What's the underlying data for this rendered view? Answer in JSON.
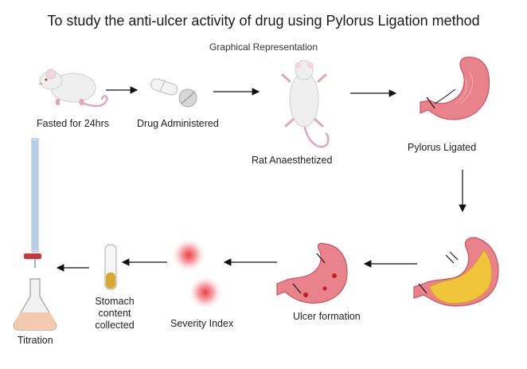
{
  "title": "To study the anti-ulcer activity of drug using Pylorus Ligation method",
  "subtitle": "Graphical Representation",
  "steps": {
    "fasted": "Fasted for 24hrs",
    "drug": "Drug Administered",
    "anaesthetized": "Rat Anaesthetized",
    "ligated": "Pylorus Ligated",
    "ulcer": "Ulcer formation",
    "severity": "Severity Index",
    "stomach_line1": "Stomach",
    "stomach_line2": "content",
    "stomach_line3": "collected",
    "titration": "Titration"
  },
  "colors": {
    "stomach": "#e9828a",
    "stomach_dark": "#c9545f",
    "acid": "#f0c53a",
    "ulcer_spot": "#e8303a",
    "rat": "#efefef",
    "tail": "#e3a7b2",
    "burette": "#8fb4d8",
    "arrow": "#111111"
  }
}
